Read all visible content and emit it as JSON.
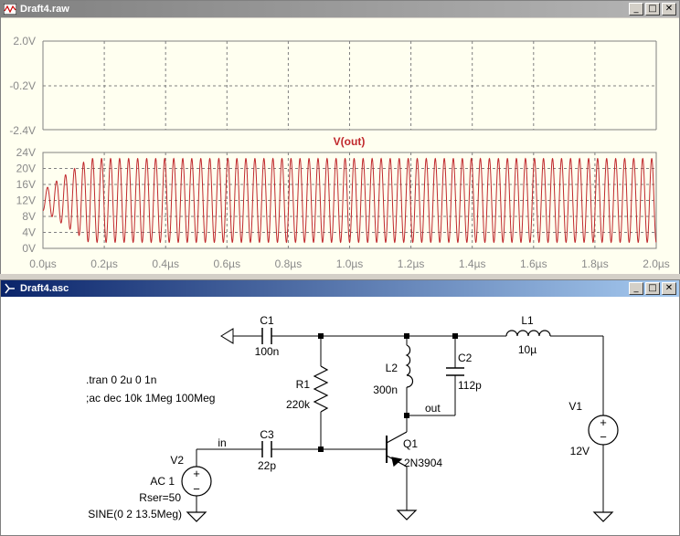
{
  "plot_window": {
    "title": "Draft4.raw",
    "controls": {
      "minimize": "_",
      "maximize": "□",
      "close": "✕"
    },
    "top_pane": {
      "ticks": [
        "2.0V",
        "-0.2V",
        "-2.4V"
      ]
    },
    "trace_label": "V(out)",
    "colors": {
      "background": "#fffff0",
      "trace": "#c0282c",
      "grid": "#808080",
      "tick": "#8a8a8a"
    }
  },
  "schematic_window": {
    "title": "Draft4.asc",
    "controls": {
      "minimize": "_",
      "maximize": "□",
      "close": "✕"
    },
    "directives": [
      ".tran 0 2u 0 1n",
      ";ac dec 10k 1Meg 100Meg"
    ],
    "components": {
      "c1": {
        "name": "C1",
        "value": "100n"
      },
      "r1": {
        "name": "R1",
        "value": "220k"
      },
      "l2": {
        "name": "L2",
        "value": "300n"
      },
      "c2": {
        "name": "C2",
        "value": "112p"
      },
      "l1": {
        "name": "L1",
        "value": "10µ"
      },
      "v1": {
        "name": "V1",
        "value": "12V"
      },
      "c3": {
        "name": "C3",
        "value": "22p"
      },
      "q1": {
        "name": "Q1",
        "value": "2N3904"
      },
      "v2": {
        "name": "V2",
        "line1": "AC 1",
        "line2": "Rser=50",
        "line3": "SINE(0 2 13.5Meg)"
      }
    },
    "nets": {
      "in": "in",
      "out": "out"
    }
  },
  "chart_data": {
    "type": "line",
    "title": "V(out)",
    "xlabel": "",
    "ylabel": "",
    "x_ticks": [
      "0.0µs",
      "0.2µs",
      "0.4µs",
      "0.6µs",
      "0.8µs",
      "1.0µs",
      "1.2µs",
      "1.4µs",
      "1.6µs",
      "1.8µs",
      "2.0µs"
    ],
    "y_ticks": [
      "24V",
      "20V",
      "16V",
      "12V",
      "8V",
      "4V",
      "0V"
    ],
    "xlim": [
      0,
      2.0
    ],
    "ylim": [
      0,
      24
    ],
    "grid": true,
    "series": [
      {
        "name": "V(out)",
        "x_unit": "µs",
        "y_unit": "V",
        "center_V": 12,
        "steady_amplitude_V": 10.5,
        "initial_amplitude_V": 2.5,
        "startup_time_us": 0.15,
        "frequency_MHz": 34
      }
    ]
  }
}
